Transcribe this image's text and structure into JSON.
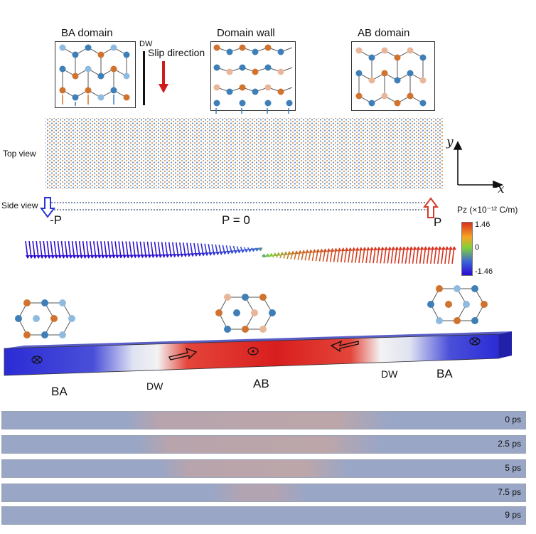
{
  "domains": {
    "ba_title": "BA domain",
    "wall_title": "Domain wall",
    "ab_title": "AB domain",
    "dw_small": "DW",
    "slip_direction": "Slip direction"
  },
  "views": {
    "top_view": "Top view",
    "side_view": "Side view",
    "axis_x": "x",
    "axis_y": "y"
  },
  "polarization": {
    "left_p": "-P",
    "center_p": "P = 0",
    "right_p": "P"
  },
  "colorbar": {
    "title": "Pz (×10⁻¹² C/m)",
    "max": "1.46",
    "mid": "0",
    "min": "-1.46",
    "colors": [
      "#d7301f",
      "#f6a623",
      "#7fd13b",
      "#3a62d8",
      "#2b0bd1"
    ]
  },
  "ribbon": {
    "left_label": "BA",
    "dw_left": "DW",
    "center_label": "AB",
    "dw_right": "DW",
    "right_label": "BA"
  },
  "timeline": [
    "0 ps",
    "2.5 ps",
    "5 ps",
    "7.5 ps",
    "9 ps"
  ],
  "atom_colors": {
    "orange": "#d0732e",
    "blue": "#3f7fb8",
    "light_blue": "#8fbbe0",
    "tan": "#e8b79a"
  }
}
